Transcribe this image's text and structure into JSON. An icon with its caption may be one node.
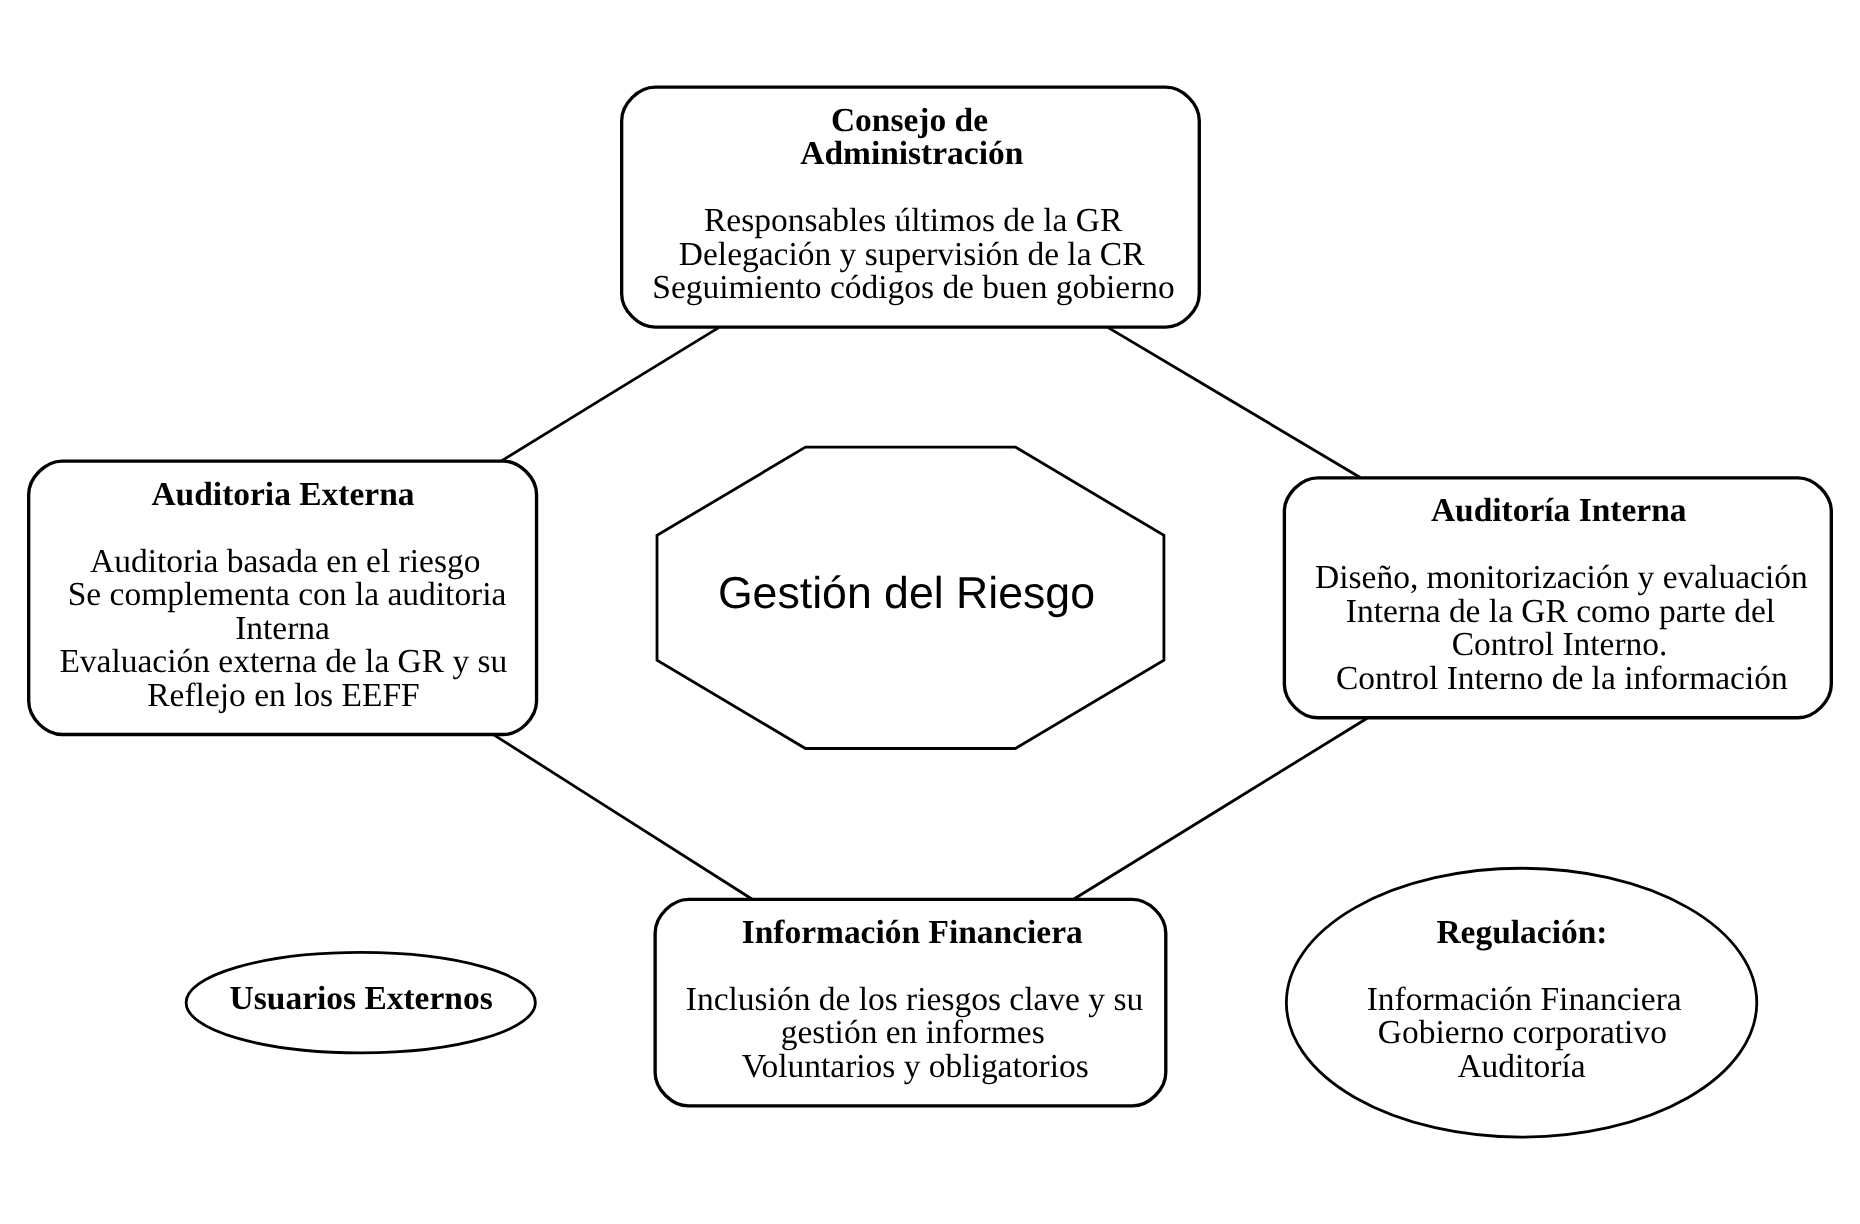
{
  "diagram": {
    "nodes": [
      {
        "text": [
          "Consejo de Administración",
          "Responsables últimos de la GR",
          "Delegación y supervisión de la CR",
          "Seguimiento códigos de buen gobierno"
        ]
      },
      {
        "text": [
          "Auditoria Externa",
          "Auditoria basada en el riesgo",
          "Se complementa con la auditoria Interna",
          "Evaluación externa de la GR y su Reflejo en los EEFF"
        ]
      },
      {
        "text": [
          "Gestión del Riesgo"
        ]
      },
      {
        "text": [
          "Auditoría Interna",
          "Diseño, monitorización y evaluación Interna de la GR como parte del Control Interno.",
          "Control Interno de la información"
        ]
      },
      {
        "text": [
          "Información Financiera",
          "Inclusión de los riesgos clave y su gestión en informes",
          "Voluntarios y obligatorios"
        ]
      },
      {
        "text": [
          "Usuarios Externos"
        ]
      },
      {
        "text": [
          "Regulación:",
          "Información Financiera",
          "Gobierno corporativo",
          "Auditoría"
        ]
      }
    ],
    "edges": [
      {
        "from": 0,
        "to": 3,
        "arrow": "none"
      },
      {
        "from": 3,
        "to": 4,
        "arrow": "none"
      },
      {
        "from": 4,
        "to": 1,
        "arrow": "none"
      },
      {
        "from": 1,
        "to": 0,
        "arrow": "none"
      }
    ]
  }
}
